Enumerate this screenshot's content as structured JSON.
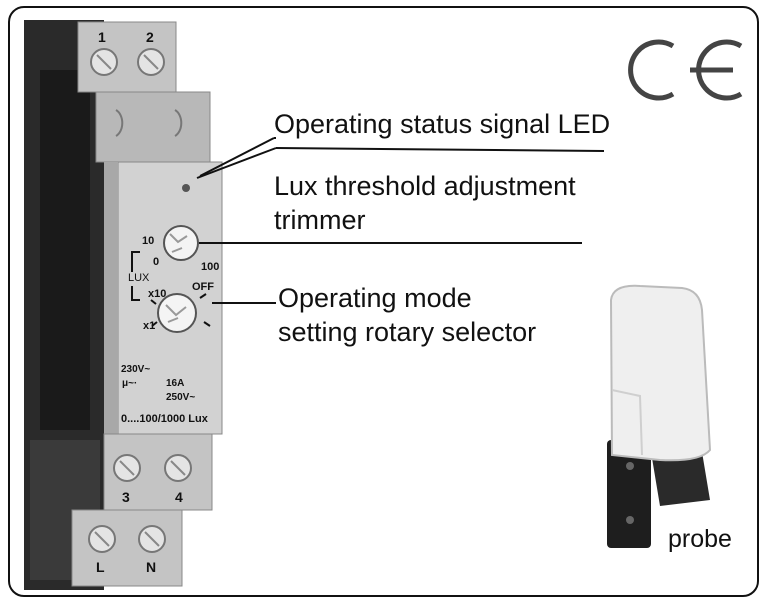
{
  "callouts": {
    "led": "Operating status signal LED",
    "lux_line1": "Lux threshold adjustment",
    "lux_line2": "trimmer",
    "mode_line1": "Operating mode",
    "mode_line2": "setting rotary selector"
  },
  "device": {
    "terminals_top": [
      "1",
      "2"
    ],
    "terminals_mid": [
      "3",
      "4"
    ],
    "terminals_bottom": [
      "L",
      "N"
    ],
    "trimmer": {
      "label": "LUX",
      "min": "0",
      "tick_10": "10",
      "max": "100"
    },
    "selector": {
      "x10": "x10",
      "off": "OFF",
      "x1": "x1"
    },
    "rating_1": "230V~",
    "rating_2": "16A",
    "rating_3": "250V~",
    "range": "0....100/1000 Lux"
  },
  "probe_label": "probe",
  "mark": "CE",
  "colors": {
    "device_body": "#c4c4c4",
    "device_dark": "#2a2a2a",
    "probe_cap": "#eeeeee",
    "line": "#111111"
  }
}
